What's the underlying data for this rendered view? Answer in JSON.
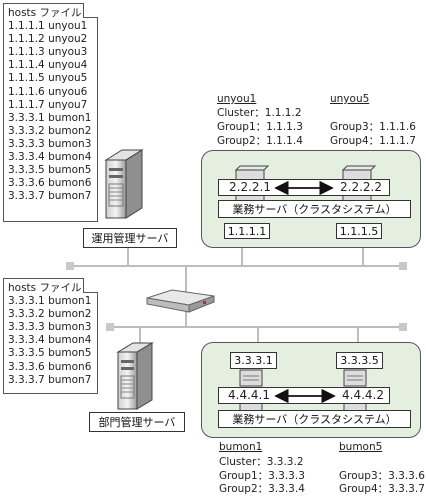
{
  "top_hosts": {
    "title": "hosts ファイル",
    "lines": [
      "1.1.1.1 unyou1",
      "1.1.1.2 unyou2",
      "1.1.1.3 unyou3",
      "1.1.1.4 unyou4",
      "1.1.1.5 unyou5",
      "1.1.1.6 unyou6",
      "1.1.1.7 unyou7",
      "3.3.3.1 bumon1",
      "3.3.3.2 bumon2",
      "3.3.3.3 bumon3",
      "3.3.3.4 bumon4",
      "3.3.3.5 bumon5",
      "3.3.3.6 bumon6",
      "3.3.3.7 bumon7"
    ]
  },
  "bottom_hosts": {
    "title": "hosts ファイル",
    "lines": [
      "3.3.3.1 bumon1",
      "3.3.3.2 bumon2",
      "3.3.3.3 bumon3",
      "3.3.3.4 bumon4",
      "3.3.3.5 bumon5",
      "3.3.3.6 bumon6",
      "3.3.3.7 bumon7"
    ]
  },
  "top_cluster": {
    "left_name": "unyou1",
    "right_name": "unyou5",
    "cluster_label": "Cluster：1.1.1.2",
    "group1": "Group1：1.1.1.3",
    "group2": "Group2：1.1.1.4",
    "group3": "Group3：1.1.1.6",
    "group4": "Group4：1.1.1.7",
    "heartbeat_left": "2.2.2.1",
    "heartbeat_right": "2.2.2.2",
    "service_label": "業務サーバ（クラスタシステム）",
    "nic_left": "1.1.1.1",
    "nic_right": "1.1.1.5",
    "server_label": "運用管理サーバ"
  },
  "bottom_cluster": {
    "left_name": "bumon1",
    "right_name": "bumon5",
    "cluster_label": "Cluster：3.3.3.2",
    "group1": "Group1：3.3.3.3",
    "group2": "Group2：3.3.3.4",
    "group3": "Group3：3.3.3.6",
    "group4": "Group4：3.3.3.7",
    "nic_left": "3.3.3.1",
    "nic_right": "3.3.3.5",
    "heartbeat_left": "4.4.4.1",
    "heartbeat_right": "4.4.4.2",
    "service_label": "業務サーバ（クラスタシステム）",
    "server_label": "部門管理サーバ"
  },
  "colors": {
    "cluster_fill": "#e5efdf",
    "network_line": "#bbbbbb",
    "router_accent": "#cc2222"
  }
}
